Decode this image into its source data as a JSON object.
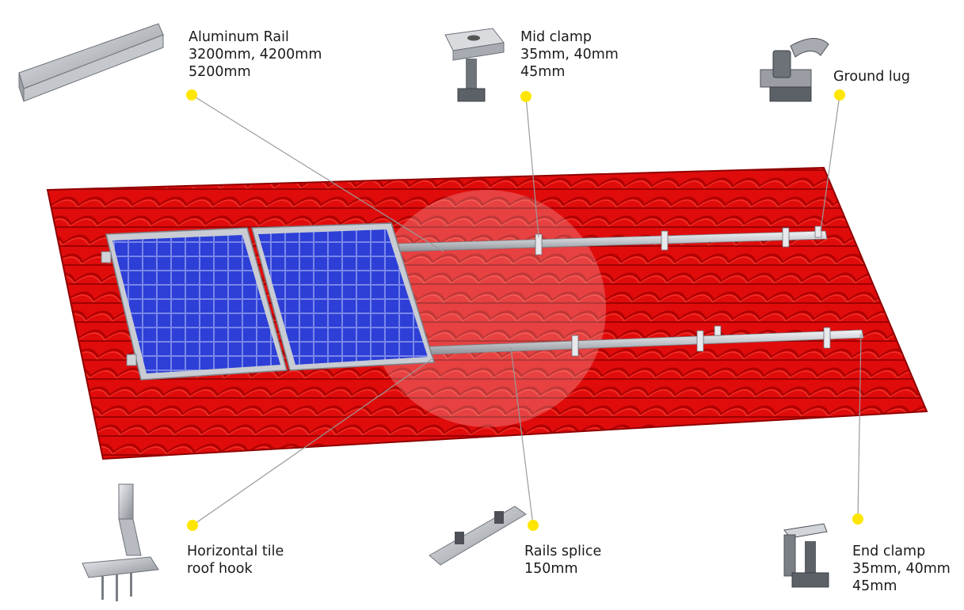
{
  "colors": {
    "roof": "#e00c0c",
    "roof_shadow": "#a50000",
    "panel": "#2d3fd6",
    "panel_frame": "#c9ccd2",
    "rail": "#d7d9dd",
    "callout_dot": "#ffe600",
    "leader_line": "#9a9a9a"
  },
  "components": {
    "aluminum_rail": {
      "name": "Aluminum Rail",
      "spec_line1": "3200mm, 4200mm",
      "spec_line2": "5200mm",
      "icon": "aluminum-rail-icon"
    },
    "mid_clamp": {
      "name": "Mid clamp",
      "spec_line1": "35mm, 40mm",
      "spec_line2": "45mm",
      "icon": "mid-clamp-icon"
    },
    "ground_lug": {
      "name": "Ground lug",
      "icon": "ground-lug-icon"
    },
    "tile_roof_hook": {
      "name_line1": "Horizontal tile",
      "name_line2": "roof hook",
      "icon": "tile-roof-hook-icon"
    },
    "rails_splice": {
      "name": "Rails splice",
      "spec_line1": "150mm",
      "icon": "rails-splice-icon"
    },
    "end_clamp": {
      "name": "End clamp",
      "spec_line1": "35mm, 40mm",
      "spec_line2": "45mm",
      "icon": "end-clamp-icon"
    }
  }
}
